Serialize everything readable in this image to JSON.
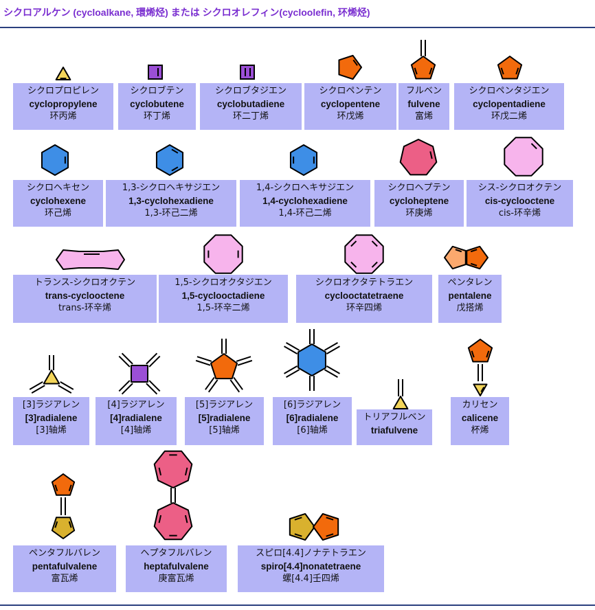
{
  "title": "シクロアルケン (cycloalkane, 環烯烃) または シクロオレフィン(cycloolefin, 环烯烃)",
  "colors": {
    "title": "#7a2ed0",
    "rule": "#2a3f7e",
    "card": "#b4b4f6",
    "yellow": "#f3d55a",
    "purple": "#9b4fd6",
    "orange": "#f26a0c",
    "blue": "#3e8ee6",
    "magenta": "#ec5f86",
    "pink": "#f7b4ec",
    "peach": "#fba96e",
    "gold": "#d9b12e"
  },
  "compounds": [
    {
      "id": "cyclopropylene",
      "jp": "シクロプロピレン",
      "en": "cyclopropylene",
      "cn": "环丙烯"
    },
    {
      "id": "cyclobutene",
      "jp": "シクロブテン",
      "en": "cyclobutene",
      "cn": "环丁烯"
    },
    {
      "id": "cyclobutadiene",
      "jp": "シクロブタジエン",
      "en": "cyclobutadiene",
      "cn": "环二丁烯"
    },
    {
      "id": "cyclopentene",
      "jp": "シクロペンテン",
      "en": "cyclopentene",
      "cn": "环戊烯"
    },
    {
      "id": "fulvene",
      "jp": "フルベン",
      "en": "fulvene",
      "cn": "富烯"
    },
    {
      "id": "cyclopentadiene",
      "jp": "シクロペンタジエン",
      "en": "cyclopentadiene",
      "cn": "环戊二烯"
    },
    {
      "id": "cyclohexene",
      "jp": "シクロヘキセン",
      "en": "cyclohexene",
      "cn": "环己烯"
    },
    {
      "id": "13-cyclohexadiene",
      "jp": "1,3-シクロヘキサジエン",
      "en": "1,3-cyclohexadiene",
      "cn": "1,3-环己二烯"
    },
    {
      "id": "14-cyclohexadiene",
      "jp": "1,4-シクロヘキサジエン",
      "en": "1,4-cyclohexadiene",
      "cn": "1,4-环己二烯"
    },
    {
      "id": "cycloheptene",
      "jp": "シクロヘプテン",
      "en": "cycloheptene",
      "cn": "环庚烯"
    },
    {
      "id": "cis-cyclooctene",
      "jp": "シス-シクロオクテン",
      "en": "cis-cyclooctene",
      "cn": "cis-环辛烯"
    },
    {
      "id": "trans-cyclooctene",
      "jp": "トランス-シクロオクテン",
      "en": "trans-cyclooctene",
      "cn": "trans-环辛烯"
    },
    {
      "id": "15-cyclooctadiene",
      "jp": "1,5-シクロオクタジエン",
      "en": "1,5-cyclooctadiene",
      "cn": "1,5-环辛二烯"
    },
    {
      "id": "cyclooctatetraene",
      "jp": "シクロオクタテトラエン",
      "en": "cyclooctatetraene",
      "cn": "环辛四烯"
    },
    {
      "id": "pentalene",
      "jp": "ペンタレン",
      "en": "pentalene",
      "cn": "戊搭烯"
    },
    {
      "id": "3-radialene",
      "jp": "[3]ラジアレン",
      "en": "[3]radialene",
      "cn": "[3]轴烯"
    },
    {
      "id": "4-radialene",
      "jp": "[4]ラジアレン",
      "en": "[4]radialene",
      "cn": "[4]轴烯"
    },
    {
      "id": "5-radialene",
      "jp": "[5]ラジアレン",
      "en": "[5]radialene",
      "cn": "[5]轴烯"
    },
    {
      "id": "6-radialene",
      "jp": "[6]ラジアレン",
      "en": "[6]radialene",
      "cn": "[6]轴烯"
    },
    {
      "id": "triafulvene",
      "jp": "トリアフルベン",
      "en": "triafulvene",
      "cn": ""
    },
    {
      "id": "calicene",
      "jp": "カリセン",
      "en": "calicene",
      "cn": "杯烯"
    },
    {
      "id": "pentafulvalene",
      "jp": "ペンタフルバレン",
      "en": "pentafulvalene",
      "cn": "富瓦烯"
    },
    {
      "id": "heptafulvalene",
      "jp": "ヘプタフルバレン",
      "en": "heptafulvalene",
      "cn": "庚富瓦烯"
    },
    {
      "id": "spiro-nonatetraene",
      "jp": "スピロ[4.4]ノナテトラエン",
      "en": "spiro[4.4]nonatetraene",
      "cn": "螺[4.4]壬四烯"
    }
  ]
}
